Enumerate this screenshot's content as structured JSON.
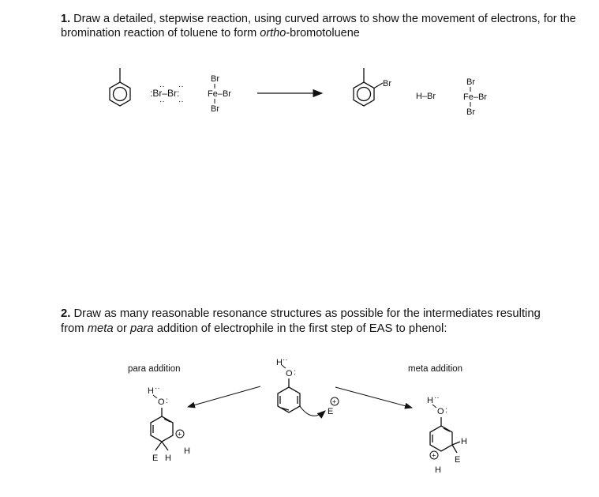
{
  "question1": {
    "number": "1.",
    "text_before": " Draw a detailed, stepwise reaction, using curved arrows to show the movement of electrons, for the bromination reaction of toluene to form ",
    "text_italic": "ortho",
    "text_after": "-bromotoluene"
  },
  "question2": {
    "number": "2.",
    "text_a": " Draw as many reasonable resonance structures as possible for the intermediates resulting from ",
    "italic_meta": "meta",
    "text_or": " or ",
    "italic_para": "para",
    "text_b": " addition of electrophile in the first step of EAS to phenol:"
  },
  "reaction1": {
    "bromine": ":Br–Br:",
    "febr3_top": "Br",
    "febr3_middle": "Fe–Br",
    "febr3_bottom": "Br",
    "product_substituent": "Br",
    "hbr": "H–Br",
    "febr3_product_top": "Br",
    "febr3_product_middle": "Fe–Br",
    "febr3_product_bottom": "Br"
  },
  "reaction2": {
    "para_label": "para addition",
    "meta_label": "meta addition",
    "hydroxyl_h": "H",
    "hydroxyl_o": "O",
    "lone_pair": "··",
    "electrophile": "E",
    "hydrogen": "H",
    "plus_charge": "+"
  }
}
